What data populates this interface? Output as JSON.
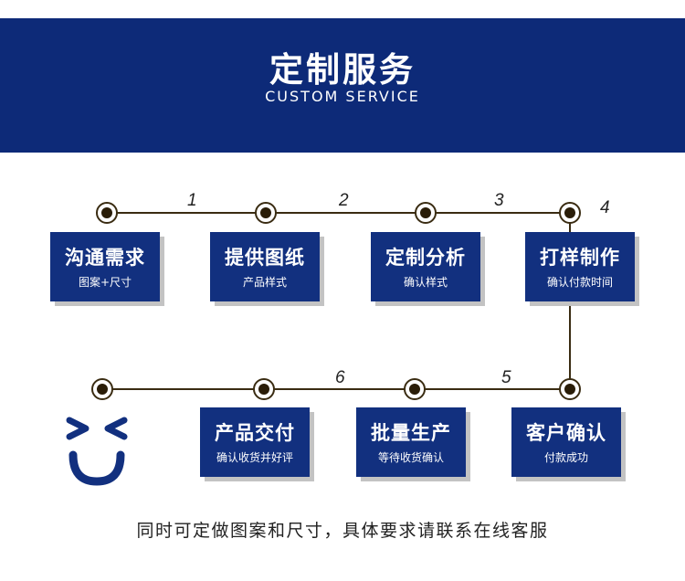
{
  "banner": {
    "title": "定制服务",
    "subtitle": "CUSTOM SERVICE"
  },
  "steps": {
    "n1": "1",
    "n2": "2",
    "n3": "3",
    "n4": "4",
    "n5": "5",
    "n6": "6"
  },
  "boxes": [
    {
      "title": "沟通需求",
      "sub": "图案+尺寸"
    },
    {
      "title": "提供图纸",
      "sub": "产品样式"
    },
    {
      "title": "定制分析",
      "sub": "确认样式"
    },
    {
      "title": "打样制作",
      "sub": "确认付款时间"
    },
    {
      "title": "客户确认",
      "sub": "付款成功"
    },
    {
      "title": "批量生产",
      "sub": "等待收货确认"
    },
    {
      "title": "产品交付",
      "sub": "确认收货并好评"
    }
  ],
  "footer": "同时可定做图案和尺寸，具体要求请联系在线客服",
  "colors": {
    "navy": "#0d2a78",
    "box": "#12307f",
    "line": "#3a2c12"
  },
  "icons": {
    "smiley": "smiley-face-icon"
  }
}
